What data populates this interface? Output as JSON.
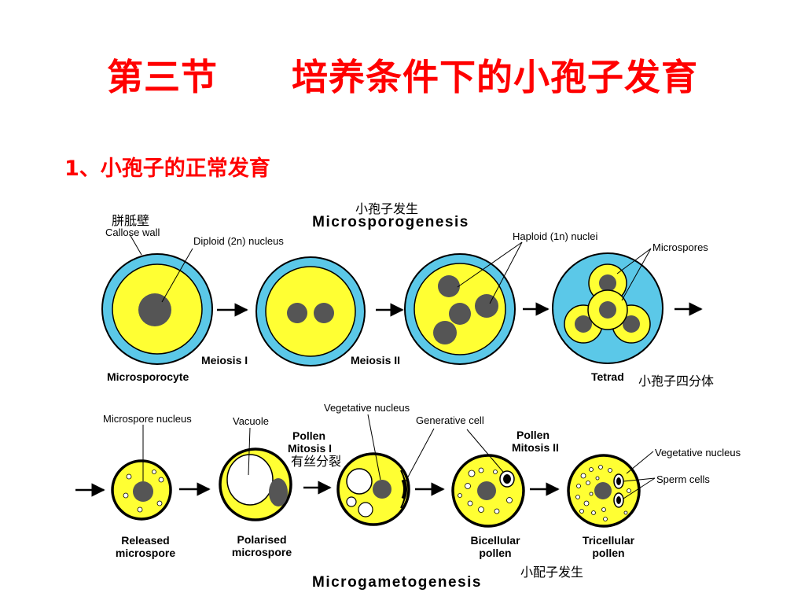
{
  "title": "第三节　　培养条件下的小孢子发育",
  "heading": "1、小孢子的正常发育",
  "top": {
    "section_title": "Microsporogenesis",
    "section_title_cn": "小孢子发生",
    "callose_wall_cn": "胼胝壁",
    "callose_wall": "Callose wall",
    "diploid_nucleus": "Diploid (2n) nucleus",
    "haploid_nuclei": "Haploid (1n) nuclei",
    "microspores": "Microspores",
    "meiosis_1": "Meiosis I",
    "meiosis_2": "Meiosis II",
    "microsporocyte": "Microsporocyte",
    "tetrad": "Tetrad",
    "tetrad_cn": "小孢子四分体"
  },
  "bottom": {
    "microspore_nucleus": "Microspore nucleus",
    "vacuole": "Vacuole",
    "vegetative_nucleus_top": "Vegetative nucleus",
    "generative_cell": "Generative cell",
    "pollen_mitosis_1_a": "Pollen",
    "pollen_mitosis_1_b": "Mitosis I",
    "mitosis_cn": "有丝分裂",
    "pollen_mitosis_2_a": "Pollen",
    "pollen_mitosis_2_b": "Mitosis II",
    "vegetative_nucleus_right": "Vegetative nucleus",
    "sperm_cells": "Sperm cells",
    "released_a": "Released",
    "released_b": "microspore",
    "polarised_a": "Polarised",
    "polarised_b": "microspore",
    "bicellular_a": "Bicellular",
    "bicellular_b": "pollen",
    "tricellular_a": "Tricellular",
    "tricellular_b": "pollen",
    "section_title": "Microgametogenesis",
    "section_title_cn": "小配子发生"
  },
  "colors": {
    "title_red": "#ff0000",
    "wall_cyan": "#5bc8e8",
    "cytoplasm_yellow": "#ffff33",
    "nucleus_gray": "#555555"
  }
}
